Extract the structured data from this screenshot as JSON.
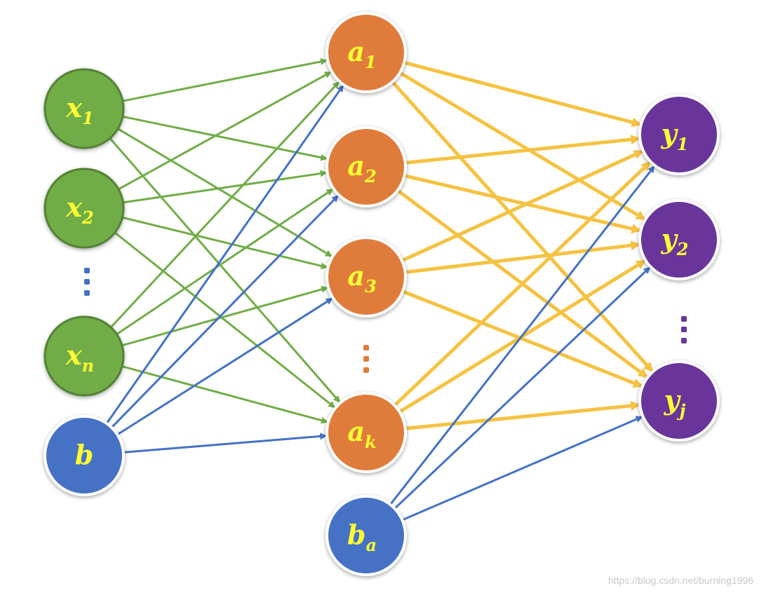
{
  "colors": {
    "input": "#70ad47",
    "input_border": "#548235",
    "bias": "#4472c4",
    "hidden": "#e07c3a",
    "output": "#6a359b",
    "label": "#ffff33",
    "edge_green": "#70ad47",
    "edge_blue": "#4472c4",
    "edge_yellow": "#f5c242"
  },
  "nodes": {
    "x1": {
      "main": "x",
      "sub": "1"
    },
    "x2": {
      "main": "x",
      "sub": "2"
    },
    "xn": {
      "main": "x",
      "sub": "n"
    },
    "b": {
      "main": "b",
      "sub": ""
    },
    "a1": {
      "main": "a",
      "sub": "1"
    },
    "a2": {
      "main": "a",
      "sub": "2"
    },
    "a3": {
      "main": "a",
      "sub": "3"
    },
    "ak": {
      "main": "a",
      "sub": "k"
    },
    "ba": {
      "main": "b",
      "sub": "a"
    },
    "y1": {
      "main": "y",
      "sub": "1"
    },
    "y2": {
      "main": "y",
      "sub": "2"
    },
    "yj": {
      "main": "y",
      "sub": "j"
    }
  },
  "watermark": "https://blog.csdn.net/burning1996"
}
